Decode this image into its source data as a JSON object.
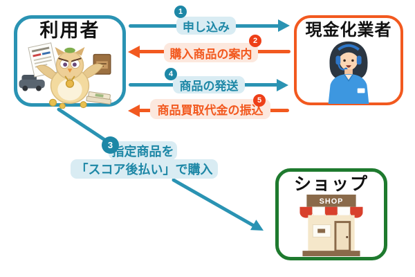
{
  "actors": {
    "user": {
      "label": "利用者"
    },
    "cashout": {
      "label": "現金化業者"
    },
    "shop": {
      "label": "ショップ",
      "sign_text": "SHOP"
    }
  },
  "flows": {
    "f1": {
      "num": "1",
      "label": "申し込み",
      "from": "user",
      "to": "cashout"
    },
    "f2": {
      "num": "2",
      "label": "購入商品の案内",
      "from": "cashout",
      "to": "user"
    },
    "f3": {
      "num": "3",
      "label_line1": "指定商品を",
      "label_line2": "「スコア後払い」で購入",
      "from": "user",
      "to": "shop"
    },
    "f4": {
      "num": "4",
      "label": "商品の発送",
      "from": "user",
      "to": "cashout"
    },
    "f5": {
      "num": "5",
      "label": "商品買取代金の振込",
      "from": "cashout",
      "to": "user"
    }
  },
  "colors": {
    "teal": "#2a93b3",
    "teal_text": "#1d87a6",
    "teal_pill_bg": "#d9ecf3",
    "orange": "#f2591f",
    "orange_badge": "#ee3f17",
    "orange_pill_bg": "#fce8de",
    "green_border": "#1e7a2e",
    "title_text": "#111111"
  }
}
